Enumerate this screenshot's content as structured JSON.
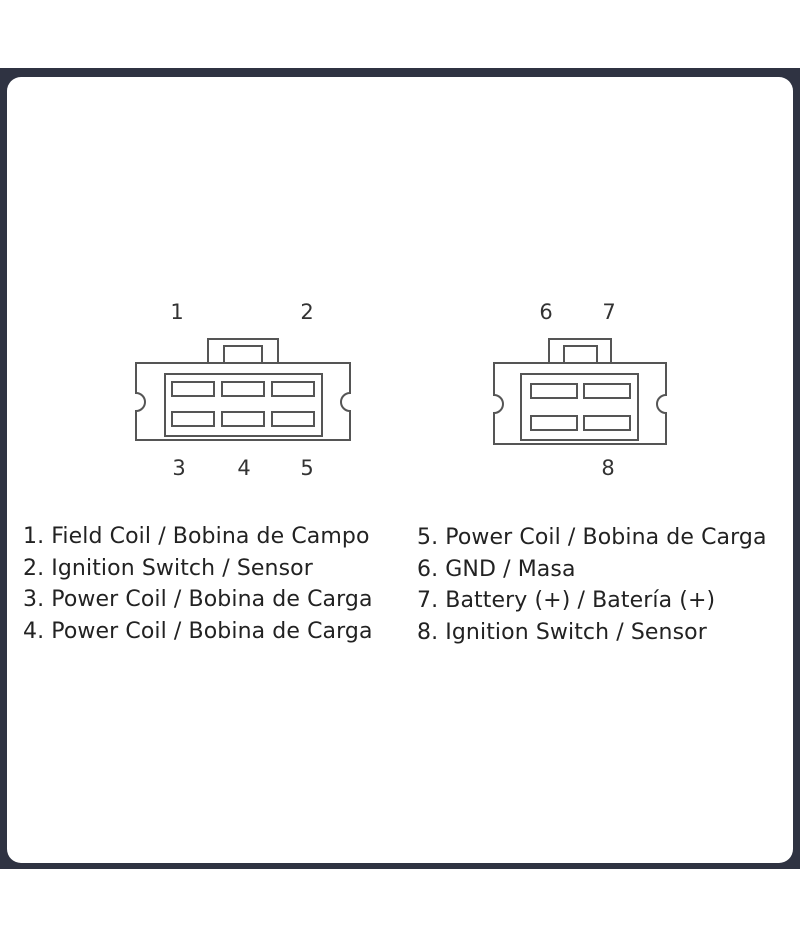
{
  "connector_a": {
    "pins_top": [
      "1",
      "2"
    ],
    "pins_bottom": [
      "3",
      "4",
      "5"
    ]
  },
  "connector_b": {
    "pins_top": [
      "6",
      "7"
    ],
    "pins_bottom": [
      "8"
    ]
  },
  "legend_left": [
    "1. Field Coil / Bobina de Campo",
    "2. Ignition Switch / Sensor",
    "3. Power Coil / Bobina de Carga",
    "4. Power Coil / Bobina de Carga"
  ],
  "legend_right": [
    "5. Power Coil / Bobina de Carga",
    "6. GND / Masa",
    "7. Battery (+) / Batería (+)",
    "8. Ignition Switch / Sensor"
  ],
  "colors": {
    "frame": "#2f3342",
    "line": "#555555",
    "text": "#222222"
  }
}
